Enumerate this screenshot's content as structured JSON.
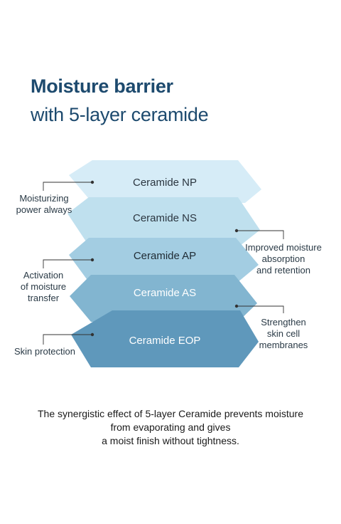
{
  "title": {
    "line1": "Moisture barrier",
    "line2": "with 5-layer ceramide"
  },
  "layers": [
    {
      "name": "Ceramide NP",
      "color": "#d6ecf7",
      "text_color": "#2b3640"
    },
    {
      "name": "Ceramide NS",
      "color": "#bfe0ee",
      "text_color": "#2b3640"
    },
    {
      "name": "Ceramide AP",
      "color": "#a3cde2",
      "text_color": "#1f2b34"
    },
    {
      "name": "Ceramide AS",
      "color": "#82b5d0",
      "text_color": "#ffffff"
    },
    {
      "name": "Ceramide EOP",
      "color": "#5f98bb",
      "text_color": "#ffffff"
    }
  ],
  "annotations": {
    "moisturizing": [
      "Moisturizing",
      "power always"
    ],
    "improved": [
      "Improved moisture",
      "absorption",
      "and retention"
    ],
    "activation": [
      "Activation",
      "of moisture",
      "transfer"
    ],
    "strengthen": [
      "Strengthen",
      "skin cell",
      "membranes"
    ],
    "skin_protection": [
      "Skin protection"
    ]
  },
  "footer": [
    "The synergistic effect of 5-layer Ceramide prevents moisture",
    "from evaporating and gives",
    "a moist finish without tightness."
  ],
  "colors": {
    "title": "#1d4a6e",
    "leader_line": "#333333"
  }
}
